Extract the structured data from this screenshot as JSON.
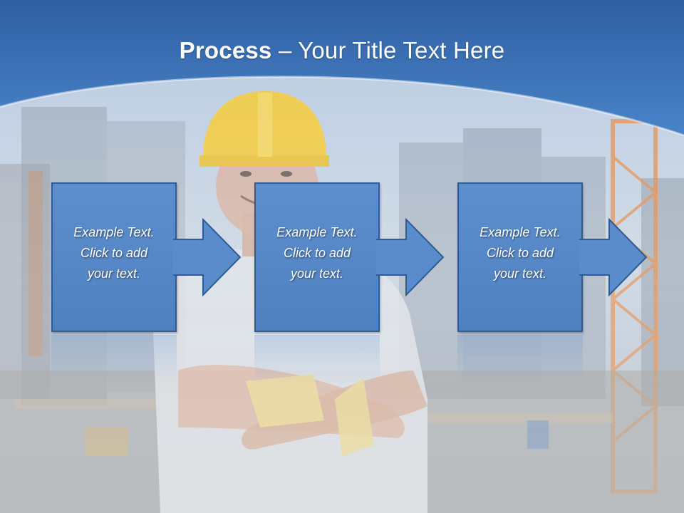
{
  "slide": {
    "title_bold": "Process",
    "title_rest": " – Your Title Text Here",
    "steps": [
      {
        "line1": "Example Text.",
        "line2": "Click  to add",
        "line3": "your text."
      },
      {
        "line1": "Example Text.",
        "line2": "Click  to add",
        "line3": "your text."
      },
      {
        "line1": "Example Text.",
        "line2": "Click  to add",
        "line3": "your text."
      }
    ]
  },
  "colors": {
    "header_blue": "#3f78c0",
    "box_fill": "#5a8bcb",
    "box_border": "#2f5d93",
    "helmet_yellow": "#f2c21a",
    "crane_orange": "#e07a2e"
  },
  "icons": [
    "arrow-right-icon",
    "arrow-right-icon",
    "arrow-right-icon"
  ]
}
